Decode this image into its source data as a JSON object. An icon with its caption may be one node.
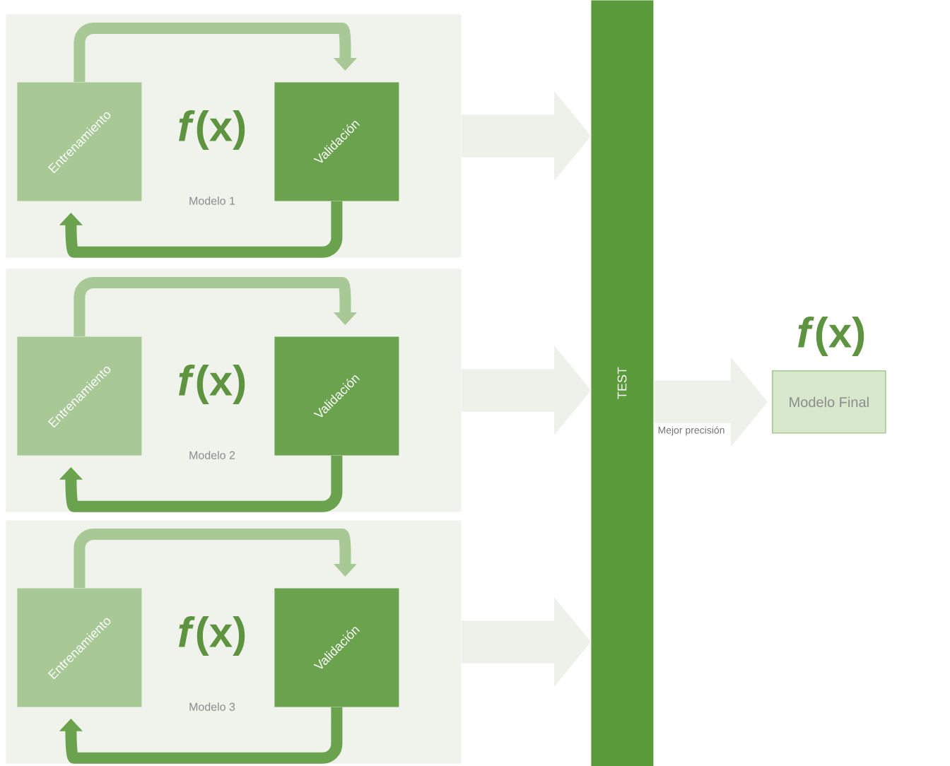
{
  "diagram": {
    "nodes": [
      {
        "text": [
          "*f*(x)",
          "Modelo 1"
        ]
      },
      {
        "text": [
          "Entrenamiento"
        ],
        "in": 0
      },
      {
        "text": [
          "Validación"
        ],
        "in": 0
      },
      {
        "text": [
          "*f*(x)",
          "Modelo 2"
        ]
      },
      {
        "text": [
          "Entrenamiento"
        ],
        "in": 3
      },
      {
        "text": [
          "Validación"
        ],
        "in": 3
      },
      {
        "text": [
          "*f*(x)",
          "Modelo 3"
        ]
      },
      {
        "text": [
          "Entrenamiento"
        ],
        "in": 6
      },
      {
        "text": [
          "Validación"
        ],
        "in": 6
      },
      {
        "text": [
          "TEST"
        ]
      },
      {
        "text": [
          "*f*(x)",
          "Modelo Final"
        ]
      }
    ],
    "edges": [
      {
        "from": 1,
        "to": 2,
        "arrow": "to",
        "color": "#a8c896"
      },
      {
        "from": 2,
        "to": 1,
        "arrow": "to",
        "color": "#6aa24e"
      },
      {
        "from": 4,
        "to": 5,
        "arrow": "to",
        "color": "#a8c896"
      },
      {
        "from": 5,
        "to": 4,
        "arrow": "to",
        "color": "#6aa24e"
      },
      {
        "from": 7,
        "to": 8,
        "arrow": "to",
        "color": "#a8c896"
      },
      {
        "from": 8,
        "to": 7,
        "arrow": "to",
        "color": "#6aa24e"
      },
      {
        "from": 0,
        "to": 9,
        "arrow": "to",
        "style": "thick",
        "color": "#eef0ea"
      },
      {
        "from": 3,
        "to": 9,
        "arrow": "to",
        "style": "thick",
        "color": "#eef0ea"
      },
      {
        "from": 6,
        "to": 9,
        "arrow": "to",
        "style": "thick",
        "color": "#eef0ea"
      },
      {
        "from": 9,
        "to": 10,
        "arrow": "to",
        "style": "thick",
        "label": "Mejor precisión",
        "color": "#eef0ea"
      }
    ]
  }
}
